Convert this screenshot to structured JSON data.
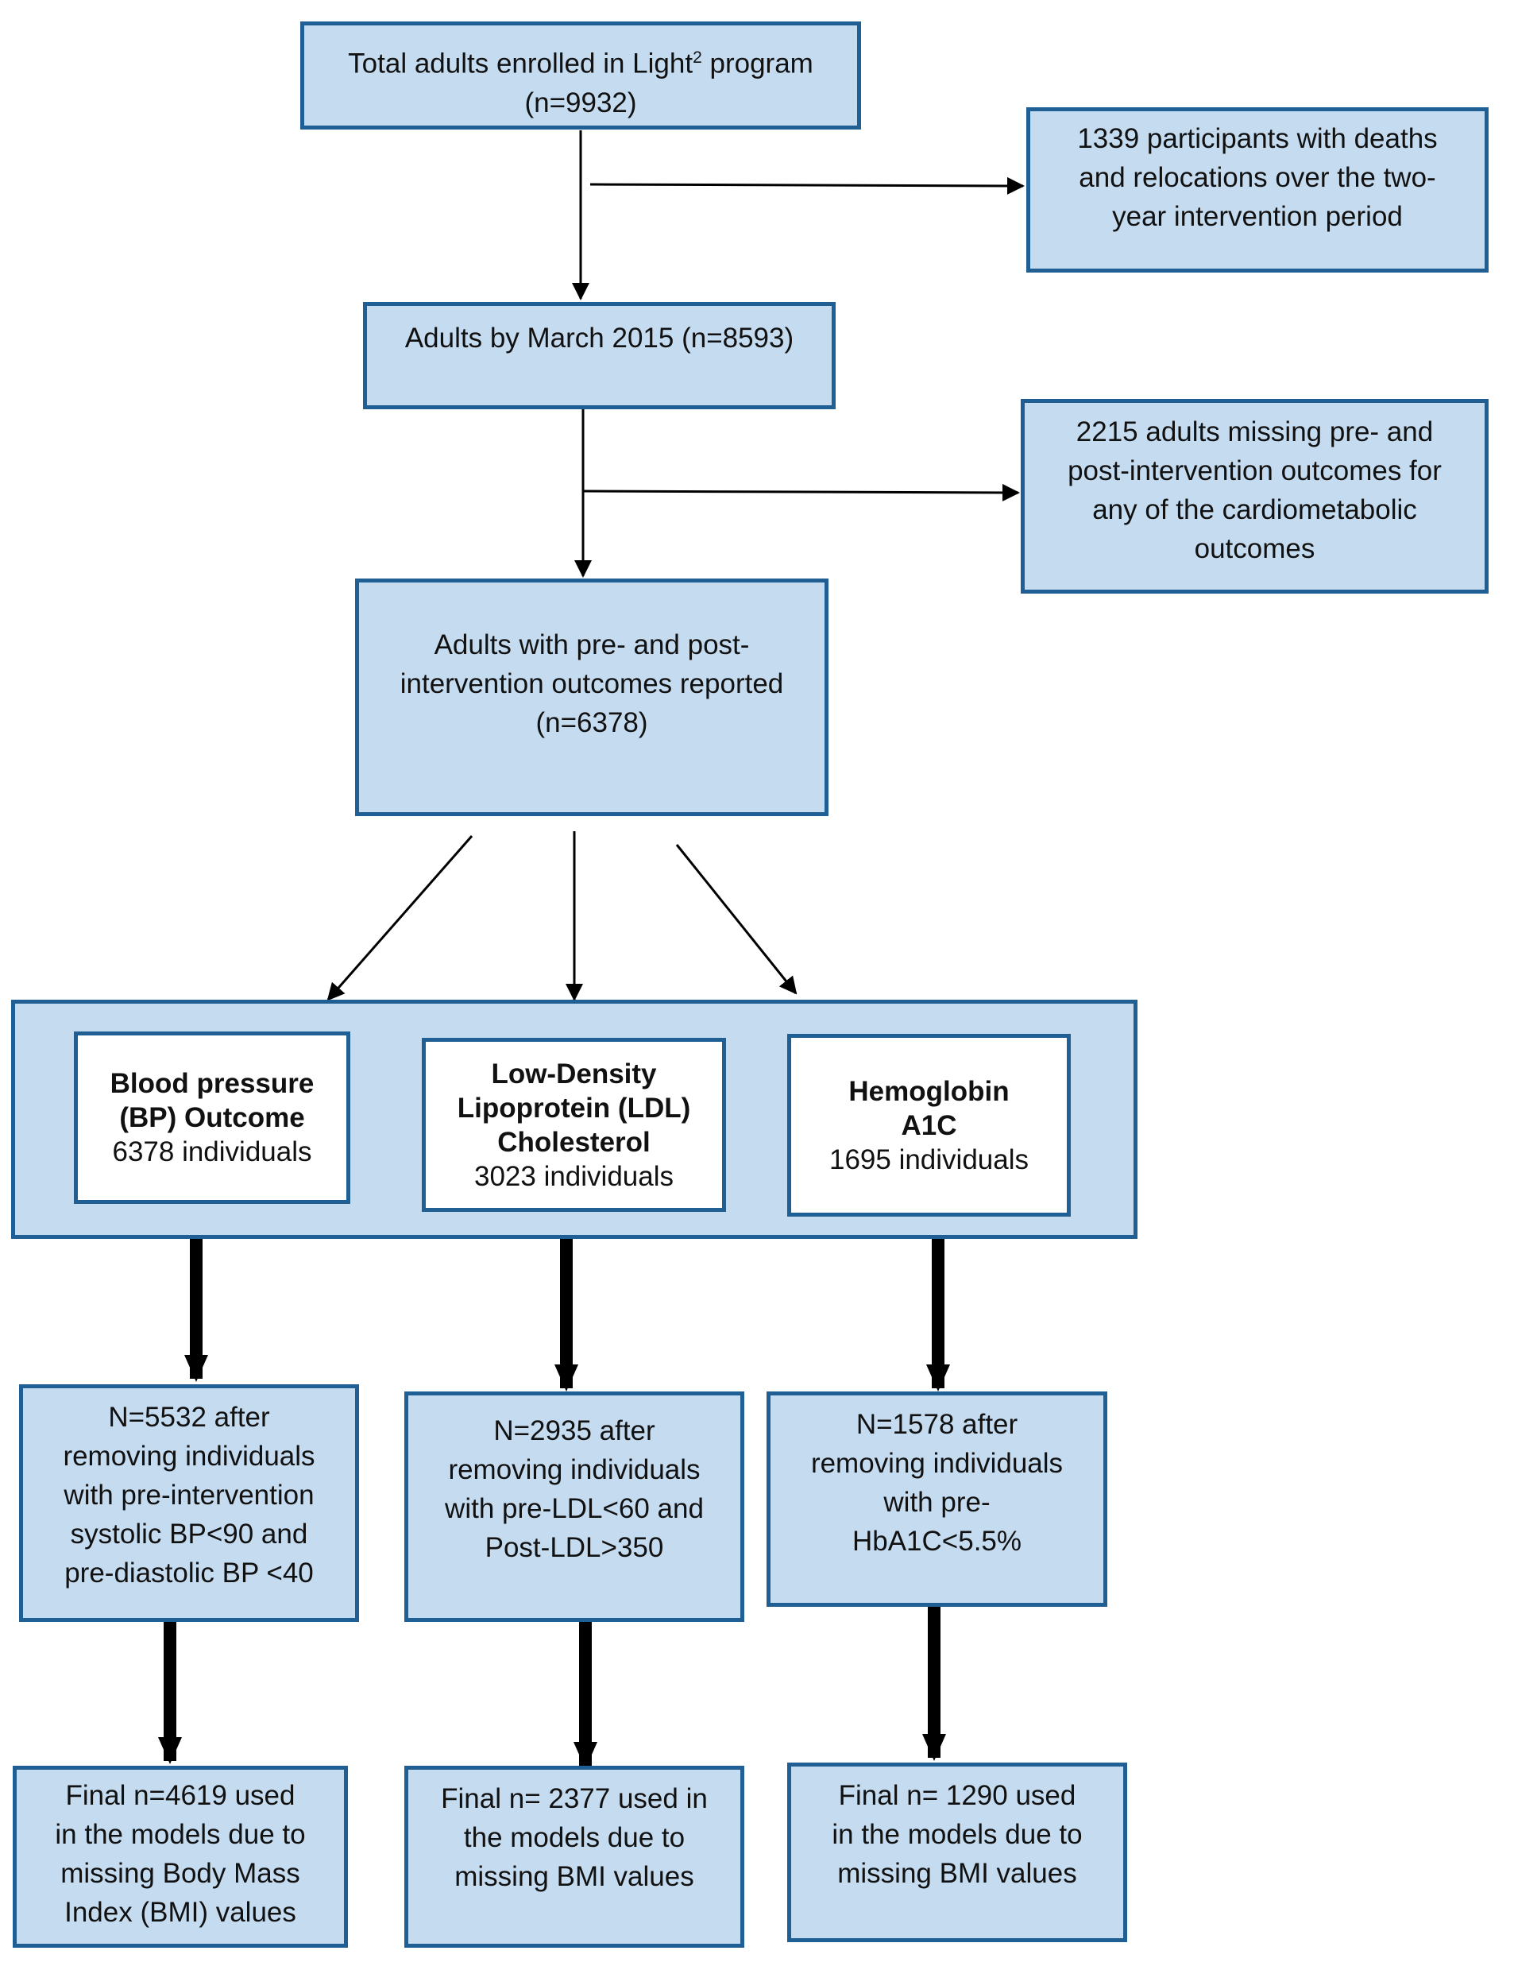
{
  "colors": {
    "box_fill": "#c5dbf0",
    "box_border": "#1f5f94",
    "inner_fill": "#ffffff",
    "arrow": "#000000"
  },
  "boxes": {
    "total": {
      "lines": [
        "Total adults enrolled in Light² program",
        "(n=9932)"
      ]
    },
    "excluded_deaths": {
      "lines": [
        "1339 participants with deaths",
        "and relocations over the two-",
        "year intervention period"
      ]
    },
    "march_2015": {
      "lines": [
        "Adults by March 2015 (n=8593)"
      ]
    },
    "excluded_missing": {
      "lines": [
        "2215 adults missing pre- and",
        "post-intervention outcomes for",
        "any of the cardiometabolic",
        "outcomes"
      ]
    },
    "with_outcomes": {
      "lines": [
        "Adults with pre- and post-",
        "intervention outcomes reported",
        "(n=6378)"
      ]
    },
    "bp": {
      "title": [
        "Blood pressure",
        "(BP) Outcome"
      ],
      "count": "6378 individuals"
    },
    "ldl": {
      "title": [
        "Low-Density",
        "Lipoprotein (LDL)",
        "Cholesterol"
      ],
      "count": "3023 individuals"
    },
    "hba1c": {
      "title": [
        "Hemoglobin",
        "A1C"
      ],
      "count": "1695 individuals"
    },
    "bp_after": {
      "lines": [
        "N=5532 after",
        "removing individuals",
        "with pre-intervention",
        "systolic BP<90 and",
        "pre-diastolic BP <40"
      ]
    },
    "ldl_after": {
      "lines": [
        "N=2935 after",
        "removing individuals",
        "with pre-LDL<60 and",
        "Post-LDL>350"
      ]
    },
    "hba1c_after": {
      "lines": [
        "N=1578 after",
        "removing individuals",
        "with pre-",
        "HbA1C<5.5%"
      ]
    },
    "bp_final": {
      "lines": [
        "Final n=4619   used",
        "in the models due to",
        "missing Body Mass",
        "Index (BMI) values"
      ]
    },
    "ldl_final": {
      "lines": [
        "Final n= 2377 used in",
        "the models due to",
        "missing BMI values"
      ]
    },
    "hba1c_final": {
      "lines": [
        "Final n= 1290   used",
        "in the models due to",
        "missing BMI values"
      ]
    }
  }
}
